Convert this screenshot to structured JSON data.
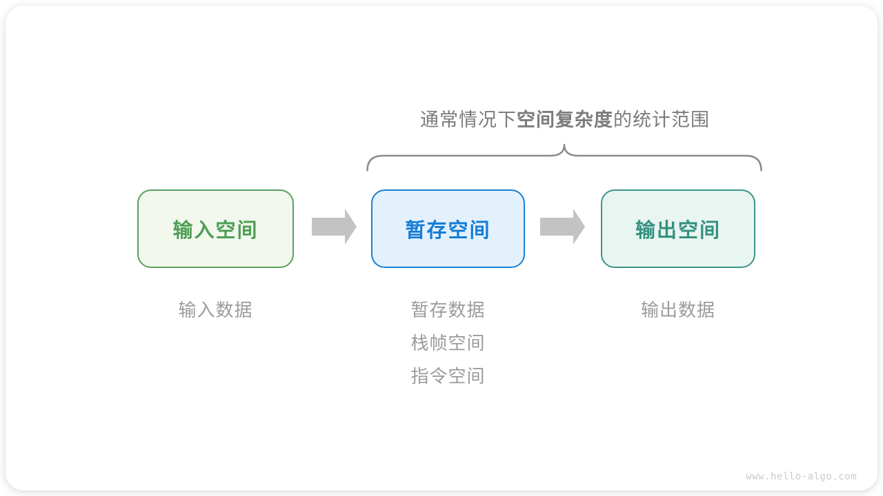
{
  "figure": {
    "title": {
      "prefix": "通常情况下",
      "emphasis": "空间复杂度",
      "suffix": "的统计范围"
    },
    "nodes": [
      {
        "id": "input-space",
        "label": "输入空间",
        "border_color": "#57a15c",
        "text_color": "#4f9e55",
        "fill_color": "#f2f8ee"
      },
      {
        "id": "temp-space",
        "label": "暂存空间",
        "border_color": "#1b80d2",
        "text_color": "#157dd6",
        "fill_color": "#e3f1fc"
      },
      {
        "id": "output-space",
        "label": "输出空间",
        "border_color": "#3b9488",
        "text_color": "#33917f",
        "fill_color": "#e9f5f1"
      }
    ],
    "captions": {
      "input": [
        "输入数据"
      ],
      "temp": [
        "暂存数据",
        "栈帧空间",
        "指令空间"
      ],
      "output": [
        "输出数据"
      ]
    },
    "watermark": "www.hello-algo.com",
    "colors": {
      "arrow": "#c3c3c3",
      "brace": "#8b8b8b",
      "title_text": "#7b7b7b",
      "caption_text": "#9b9b9b",
      "watermark_text": "#cbcbcb",
      "card_bg": "#ffffff"
    }
  }
}
